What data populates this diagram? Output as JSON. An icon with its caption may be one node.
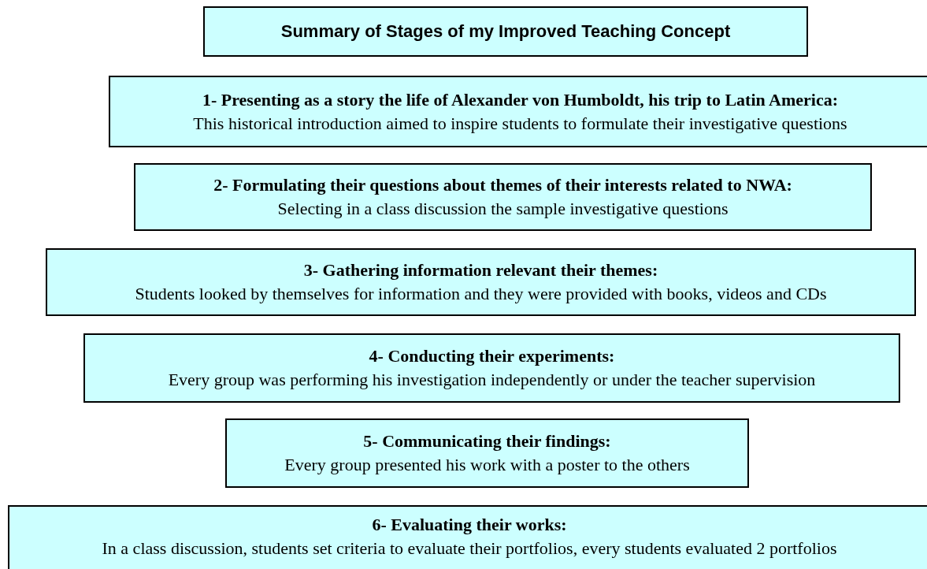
{
  "diagram": {
    "title": "Summary of Stages of my Improved Teaching Concept",
    "nodes": [
      {
        "text": [
          "1- Presenting as a story the life of Alexander von Humboldt, his trip to Latin America:",
          "This historical introduction aimed to inspire students to formulate their investigative questions"
        ]
      },
      {
        "text": [
          "2- Formulating their questions about themes of their interests related to NWA:",
          "Selecting in a class discussion the sample investigative questions"
        ]
      },
      {
        "text": [
          "3- Gathering information relevant their themes:",
          "Students looked by themselves for information and they were provided with books, videos and CDs"
        ]
      },
      {
        "text": [
          "4- Conducting their experiments:",
          "Every group was performing his investigation independently or under the teacher supervision"
        ]
      },
      {
        "text": [
          "5- Communicating their findings:",
          "Every group presented his work with a poster to the others"
        ]
      },
      {
        "text": [
          "6- Evaluating their works:",
          "In a class discussion, students set criteria to evaluate their portfolios, every students evaluated 2 portfolios"
        ]
      }
    ]
  }
}
